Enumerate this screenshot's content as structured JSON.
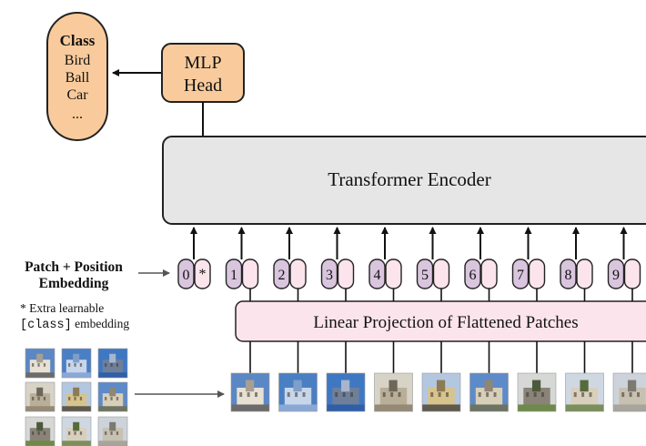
{
  "class_box": {
    "title": "Class",
    "items": [
      "Bird",
      "Ball",
      "Car",
      "..."
    ]
  },
  "mlp_head": {
    "line1": "MLP",
    "line2": "Head"
  },
  "encoder": {
    "label": "Transformer Encoder"
  },
  "embedding_label": {
    "line1": "Patch + Position",
    "line2": "Embedding"
  },
  "extra_note": {
    "line1": "* Extra learnable",
    "code": "[class]",
    "rest": " embedding"
  },
  "linear_projection": {
    "label": "Linear Projection of Flattened Patches"
  },
  "tokens": [
    {
      "position": "0",
      "content": "*"
    },
    {
      "position": "1",
      "content": ""
    },
    {
      "position": "2",
      "content": ""
    },
    {
      "position": "3",
      "content": ""
    },
    {
      "position": "4",
      "content": ""
    },
    {
      "position": "5",
      "content": ""
    },
    {
      "position": "6",
      "content": ""
    },
    {
      "position": "7",
      "content": ""
    },
    {
      "position": "8",
      "content": ""
    },
    {
      "position": "9",
      "content": ""
    }
  ],
  "colors": {
    "class_fill": "#f9cb9c",
    "mlp_fill": "#f9cb9c",
    "encoder_fill": "#e6e6e6",
    "projection_fill": "#fce4ec",
    "position_fill": "#d9c5dd",
    "patch_embed_fill": "#fce4ec",
    "stroke": "#222222",
    "arrow_gray": "#555555"
  }
}
